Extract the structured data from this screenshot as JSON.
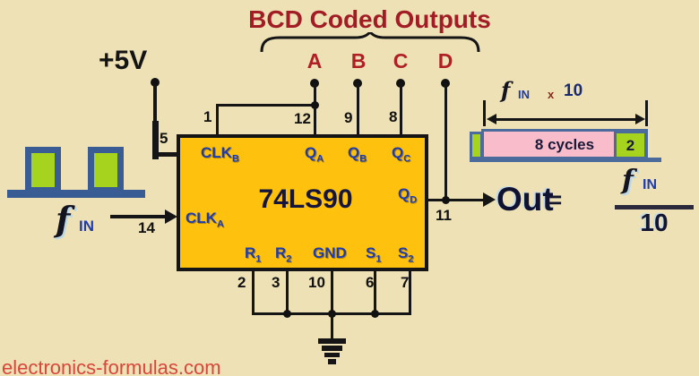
{
  "title": "BCD Coded Outputs",
  "supply_label": "+5V",
  "bcd_outputs": [
    "A",
    "B",
    "C",
    "D"
  ],
  "input_signal": {
    "symbol": "f",
    "subscript": "IN"
  },
  "ic": {
    "part_number": "74LS90",
    "labels": {
      "clkb": {
        "text": "CLK",
        "sub": "B"
      },
      "clka": {
        "text": "CLK",
        "sub": "A"
      },
      "qa": {
        "text": "Q",
        "sub": "A"
      },
      "qb": {
        "text": "Q",
        "sub": "B"
      },
      "qc": {
        "text": "Q",
        "sub": "C"
      },
      "qd": {
        "text": "Q",
        "sub": "D"
      },
      "r1": {
        "text": "R",
        "sub": "1"
      },
      "r2": {
        "text": "R",
        "sub": "2"
      },
      "gnd": {
        "text": "GND"
      },
      "s1": {
        "text": "S",
        "sub": "1"
      },
      "s2": {
        "text": "S",
        "sub": "2"
      }
    },
    "pin_numbers": {
      "clkb": "1",
      "qa": "12",
      "qb": "9",
      "qc": "8",
      "five": "5",
      "clka": "14",
      "qd": "11",
      "r1": "2",
      "r2": "3",
      "gnd": "10",
      "s1": "6",
      "s2": "7"
    }
  },
  "timing": {
    "label_f": "f",
    "label_sub": "IN",
    "label_times": "x",
    "label_value": "10",
    "cycles": "8 cycles",
    "last": "2"
  },
  "output_formula": {
    "out": "Out",
    "equals": "=",
    "numerator_f": "f",
    "numerator_sub": "IN",
    "denominator": "10"
  },
  "watermark": "electronics-formulas.com",
  "colors": {
    "background": "#EDE1B5",
    "title_red": "#A11C24",
    "output_label_red": "#B01F26",
    "ic_fill": "#FEC10D",
    "ic_label_blue": "#1E3CAB",
    "wire_black": "#151515",
    "waveform_green": "#A6D41E",
    "waveform_blue": "#3A5C94",
    "timing_pink": "#F8BCCB",
    "timing_border_blue": "#4A6B9B",
    "watermark_red": "#D8473B"
  }
}
